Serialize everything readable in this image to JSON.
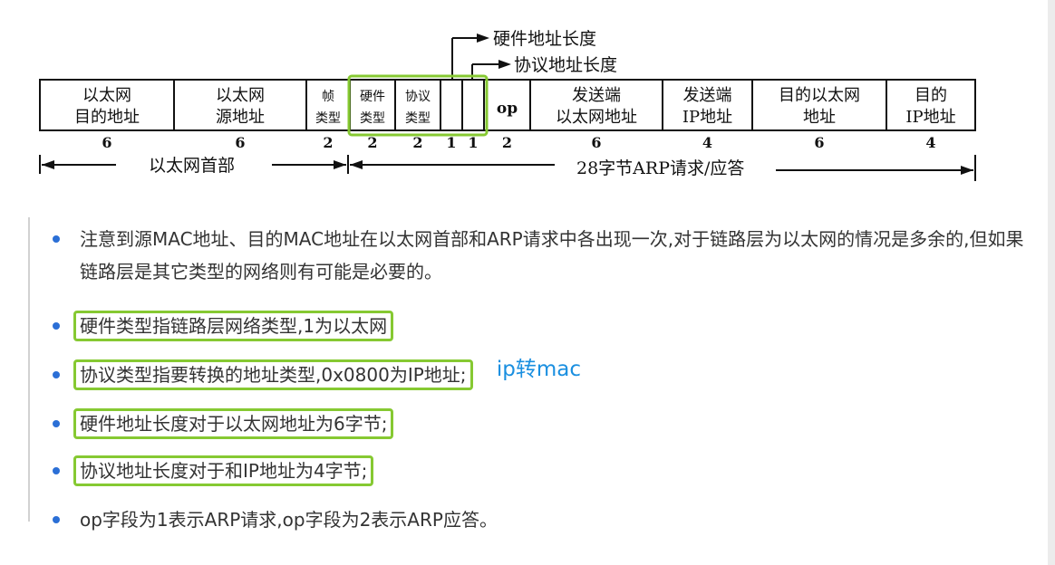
{
  "frame": {
    "top_labels": [
      "硬件地址长度",
      "协议地址长度"
    ],
    "fields": [
      {
        "lines": [
          "以太网",
          "目的地址"
        ],
        "size": "6"
      },
      {
        "lines": [
          "以太网",
          "源地址"
        ],
        "size": "6"
      },
      {
        "lines": [
          "帧",
          "类型"
        ],
        "size": "2"
      },
      {
        "lines": [
          "硬件",
          "类型"
        ],
        "size": "2"
      },
      {
        "lines": [
          "协议",
          "类型"
        ],
        "size": "2"
      },
      {
        "lines": [
          ""
        ],
        "size": "1"
      },
      {
        "lines": [
          ""
        ],
        "size": "1"
      },
      {
        "lines": [
          "op"
        ],
        "size": "2"
      },
      {
        "lines": [
          "发送端",
          "以太网地址"
        ],
        "size": "6"
      },
      {
        "lines": [
          "发送端",
          "IP地址"
        ],
        "size": "4"
      },
      {
        "lines": [
          "目的以太网",
          "地址"
        ],
        "size": "6"
      },
      {
        "lines": [
          "目的",
          "IP地址"
        ],
        "size": "4"
      }
    ],
    "span_ethernet_header": "以太网首部",
    "span_arp": "28字节ARP请求/应答",
    "highlight_color": "#86c932"
  },
  "notes": [
    {
      "text": "注意到源MAC地址、目的MAC地址在以太网首部和ARP请求中各出现一次,对于链路层为以太网的情况是多余的,但如果链路层是其它类型的网络则有可能是必要的。"
    },
    {
      "text": "硬件类型指链路层网络类型,1为以太网"
    },
    {
      "text": "协议类型指要转换的地址类型,0x0800为IP地址;",
      "annotation": "ip转mac"
    },
    {
      "text": "硬件地址长度对于以太网地址为6字节;"
    },
    {
      "text": "协议地址长度对于和IP地址为4字节;"
    },
    {
      "text": "op字段为1表示ARP请求,op字段为2表示ARP应答。"
    }
  ]
}
